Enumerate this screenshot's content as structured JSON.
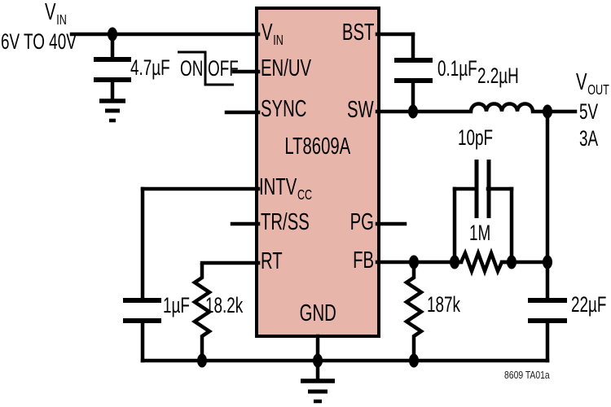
{
  "ic": {
    "part": "LT8609A",
    "pins": {
      "vin_main": "V",
      "vin_sub": "IN",
      "en_uv": "EN/UV",
      "sync": "SYNC",
      "intvcc_main": "INTV",
      "intvcc_sub": "CC",
      "tr_ss": "TR/SS",
      "rt": "RT",
      "bst": "BST",
      "sw": "SW",
      "pg": "PG",
      "fb": "FB",
      "gnd": "GND"
    }
  },
  "input": {
    "label_main": "V",
    "label_sub": "IN",
    "range": "6V TO 40V"
  },
  "enable": {
    "on": "ON",
    "off": "OFF"
  },
  "components": {
    "input_cap": "4.7µF",
    "boost_cap": "0.1µF",
    "inductor": "2.2µH",
    "ff_cap": "10pF",
    "fb_top_res": "1M",
    "fb_bottom_res": "187k",
    "output_cap": "22µF",
    "intvcc_cap": "1µF",
    "rt_res": "18.2k"
  },
  "output": {
    "label_main": "V",
    "label_sub": "OUT",
    "voltage": "5V",
    "current": "3A"
  },
  "footer": "8609 TA01a",
  "colors": {
    "ic_fill": "#e8b5ab",
    "line": "#000000",
    "background": "#ffffff"
  }
}
